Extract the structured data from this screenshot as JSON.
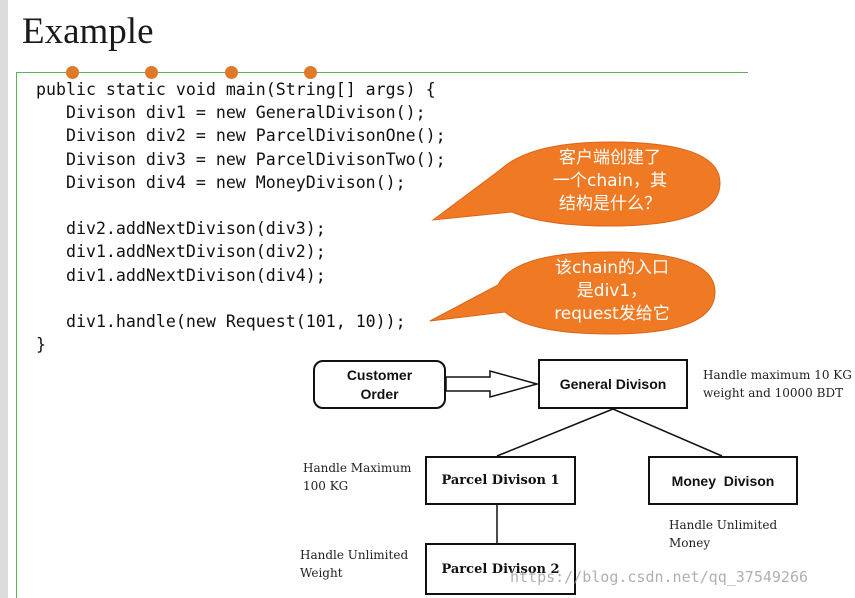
{
  "slide": {
    "title": "Example"
  },
  "code": {
    "lines": [
      "public static void main(String[] args) {",
      "   Divison div1 = new GeneralDivison();",
      "   Divison div2 = new ParcelDivisonOne();",
      "   Divison div3 = new ParcelDivisonTwo();",
      "   Divison div4 = new MoneyDivison();",
      "",
      "   div2.addNextDivison(div3);",
      "   div1.addNextDivison(div2);",
      "   div1.addNextDivison(div4);",
      "",
      "   div1.handle(new Request(101, 10));",
      "}"
    ]
  },
  "callouts": {
    "first": {
      "line1": "客户端创建了",
      "line2": "一个chain，其",
      "line3": "结构是什么？"
    },
    "second": {
      "line1": "该chain的入口",
      "line2": "是div1，",
      "line3": "request发给它"
    }
  },
  "diagram": {
    "customer_line1": "Customer",
    "customer_line2": "Order",
    "general": "General Divison",
    "general_note_line1": "Handle maximum 10 KG",
    "general_note_line2": "weight and 10000 BDT",
    "parcel1": "Parcel Divison 1",
    "parcel1_note_line1": "Handle Maximum",
    "parcel1_note_line2": "100 KG",
    "money": "Money  Divison",
    "money_note_line1": "Handle Unlimited",
    "money_note_line2": "Money",
    "parcel2": "Parcel Divison 2",
    "parcel2_note_line1": "Handle Unlimited",
    "parcel2_note_line2": "Weight"
  },
  "watermark": "https://blog.csdn.net/qq_37549266",
  "colors": {
    "accent_orange": "#f07a24",
    "frame_green": "#5db35d"
  }
}
